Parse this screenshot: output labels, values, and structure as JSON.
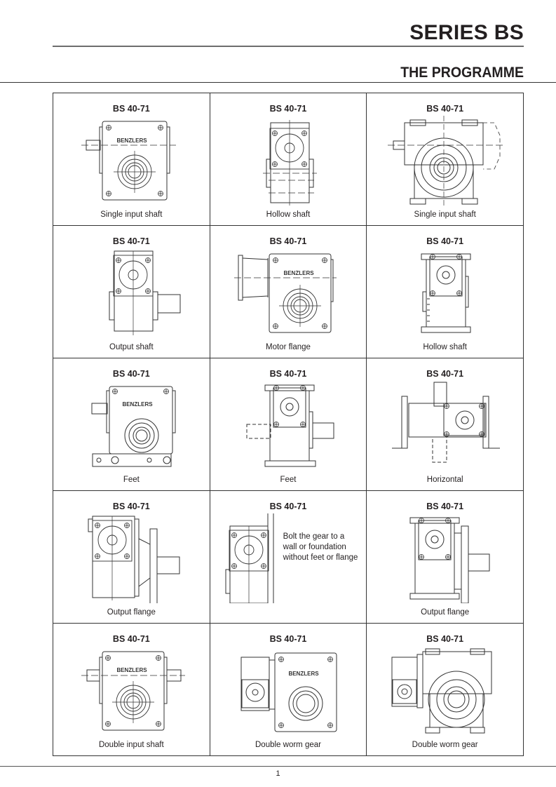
{
  "header": {
    "series_title": "SERIES BS",
    "section_title": "THE PROGRAMME"
  },
  "brand_label": "BENZLERS",
  "cells": [
    {
      "title": "BS 40-71",
      "caption": "Single input shaft",
      "drawing": "front-view-single-input"
    },
    {
      "title": "BS 40-71",
      "caption": "Hollow shaft",
      "drawing": "side-view-hollow"
    },
    {
      "title": "BS 40-71",
      "caption": "Single input shaft",
      "drawing": "worm-housing-front"
    },
    {
      "title": "BS 40-71",
      "caption": "Output shaft",
      "drawing": "side-view-output-shaft"
    },
    {
      "title": "BS 40-71",
      "caption": "Motor flange",
      "drawing": "front-view-motor-flange"
    },
    {
      "title": "BS 40-71",
      "caption": "Hollow shaft",
      "drawing": "side-view-ribbed-hollow"
    },
    {
      "title": "BS 40-71",
      "caption": "Feet",
      "drawing": "front-view-feet"
    },
    {
      "title": "BS 40-71",
      "caption": "Feet",
      "drawing": "side-view-feet"
    },
    {
      "title": "BS 40-71",
      "caption": "Horizontal",
      "drawing": "horizontal-mount"
    },
    {
      "title": "BS 40-71",
      "caption": "Output flange",
      "drawing": "side-view-output-flange"
    },
    {
      "title": "BS 40-71",
      "caption": "",
      "note_lines": [
        "Bolt the gear to a",
        "wall or foundation",
        "without feet or flange"
      ],
      "drawing": "wall-mount"
    },
    {
      "title": "BS 40-71",
      "caption": "Output flange",
      "drawing": "side-view-ribbed-output-flange"
    },
    {
      "title": "BS 40-71",
      "caption": "Double input shaft",
      "drawing": "front-view-double-input"
    },
    {
      "title": "BS 40-71",
      "caption": "Double worm gear",
      "drawing": "double-worm-front"
    },
    {
      "title": "BS 40-71",
      "caption": "Double worm gear",
      "drawing": "double-worm-housing"
    }
  ],
  "footer": {
    "page_number": "1"
  }
}
